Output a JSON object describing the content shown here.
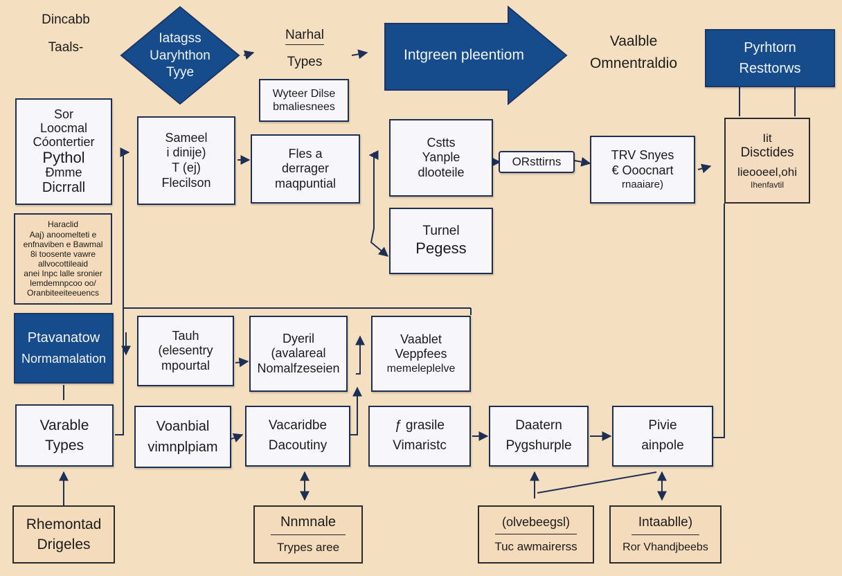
{
  "colors": {
    "background": "#f5dfc1",
    "navy": "#174c8c",
    "border": "#1e2f55",
    "card": "#f7f7fb"
  },
  "top": {
    "corner_label": [
      "Dincabb",
      "Taals-"
    ],
    "diamond": [
      "Iatagss",
      "Uaryhthon",
      "Tyye"
    ],
    "heading": [
      "Narhal",
      "Types"
    ],
    "small_box": [
      "Wyteer Dilse",
      "bmaliesnees"
    ],
    "arrow_label": "Intgreen pleentiom",
    "right_label": [
      "Vaalble",
      "Omnentraldio"
    ],
    "corner_box": [
      "Pyrhtorn",
      "Resttorws"
    ]
  },
  "row1": {
    "left_box": [
      "Sor",
      "Loocmal",
      "Cóontertier",
      "Pythol",
      "Đmme",
      "Dicrrall"
    ],
    "box_a": [
      "Sameel",
      "i dinije)",
      "T (ej)",
      "Flecilson"
    ],
    "box_b": [
      "Fles a",
      "derrager",
      "maqpuntial"
    ],
    "box_c": [
      "Cstts",
      "Yanple",
      "dlooteile"
    ],
    "pill": "ORsttirns",
    "box_d": [
      "TRV Snyes",
      "€ Ooocnart",
      "rnaaiare)"
    ],
    "box_e": [
      "Iit",
      "Disctides",
      "lieooeel,ohi",
      "Ihenfavtil"
    ]
  },
  "notes_box": [
    "Haraclid",
    "Aaj) anoomelteti e",
    "enfnaviben e Bawmal",
    "8i toosente vawre",
    "allvocottileaid",
    "anei Inpc lalle sronier",
    "lemdemnpcoo oo/",
    "Oranbiteeiteeuencs"
  ],
  "mid": {
    "tunel_box": [
      "Turnel",
      "Pegess"
    ]
  },
  "row2": {
    "navy_box": [
      "Ptavanatow",
      "Normamalation"
    ],
    "box_a": [
      "Tauh",
      "(elesentry",
      "mpourtal"
    ],
    "box_b": [
      "Dyeril",
      "(avalareal",
      "Nomalfzeseien"
    ],
    "box_c": [
      "Vaablet",
      "Veppfees",
      "memeleplelve"
    ]
  },
  "row3": {
    "box_a": [
      "Varable",
      "Types"
    ],
    "box_b": [
      "Voanbial",
      "vimnplpiam"
    ],
    "box_c": [
      "Vacaridbe",
      "Dacoutiny"
    ],
    "box_d": [
      "ƒ grasile",
      "Vimaristc"
    ],
    "box_e": [
      "Daatern",
      "Pygshurple"
    ],
    "box_f": [
      "Pivie",
      "ainpole"
    ]
  },
  "bottom": {
    "box_a": [
      "Rhemontad",
      "Drigeles"
    ],
    "box_b": [
      "Nnmnale",
      "Trypes aree"
    ],
    "box_c": [
      "(olvebeegsl)",
      "Tuc awmairerss"
    ],
    "box_d": [
      "Intaablle)",
      "Ror Vhandjbeebs"
    ]
  }
}
